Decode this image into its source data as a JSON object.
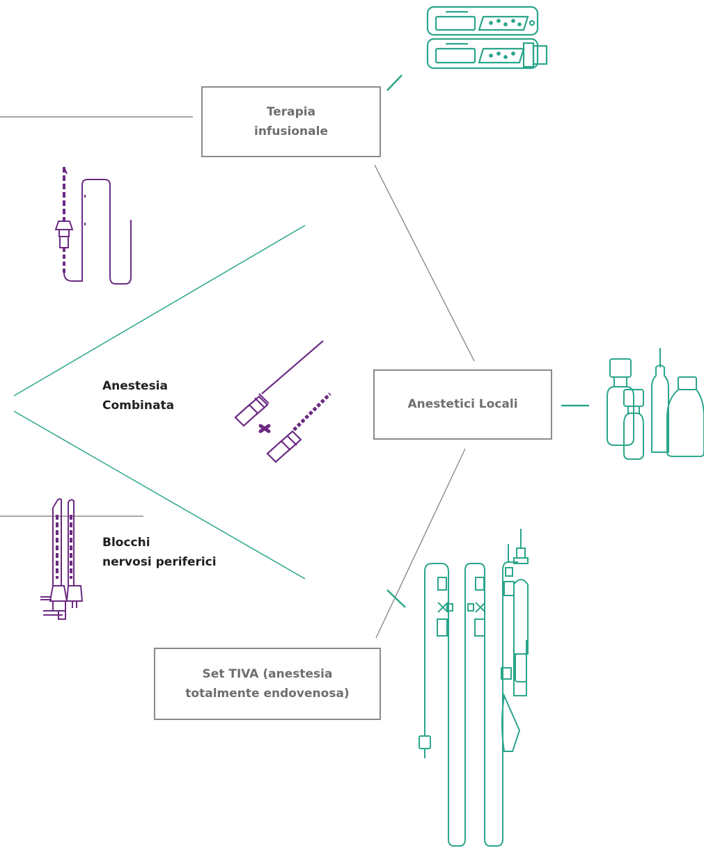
{
  "nodes": {
    "terapia": {
      "line1": "Terapia",
      "line2": "infusionale"
    },
    "anestetici": {
      "line1": "Anestetici Locali"
    },
    "tiva": {
      "line1": "Set TIVA (anestesia",
      "line2": "totalmente endovenosa)"
    }
  },
  "labels": {
    "combinata": {
      "line1": "Anestesia",
      "line2": "Combinata"
    },
    "blocchi": {
      "line1": "Blocchi",
      "line2": "nervosi periferici"
    }
  },
  "icons": [
    "infusion-pumps-icon",
    "epidural-catheter-icon",
    "combined-needles-icon",
    "nerve-block-needles-icon",
    "local-anesthetic-vials-icon",
    "tiva-infusion-set-icon"
  ],
  "colors": {
    "teal": "#2aa58b",
    "purple": "#6b2a82",
    "gray_line": "#8a8a8a",
    "box_border": "#8a8a8a",
    "box_text": "#6e6e6e",
    "label_text": "#1f1f1f"
  }
}
